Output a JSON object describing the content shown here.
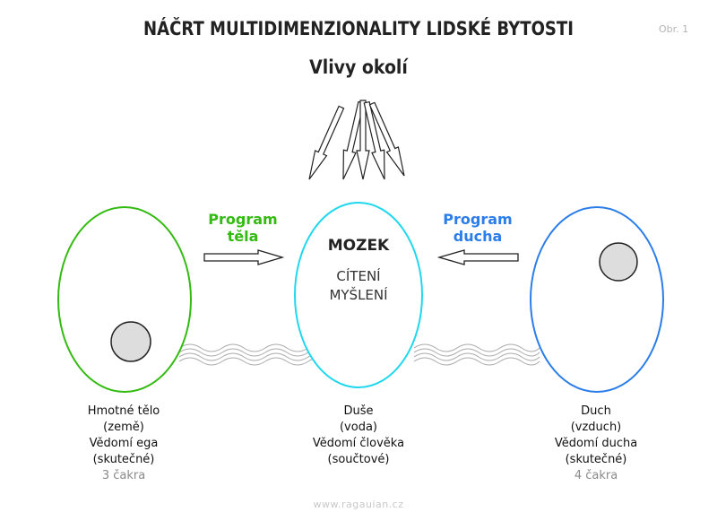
{
  "title": "NÁČRT MULTIDIMENZIONALITY LIDSKÉ BYTOSTI",
  "figure_label": "Obr. 1",
  "subtitle": "Vlivy okolí",
  "program_body": {
    "line1": "Program",
    "line2": "těla"
  },
  "program_spirit": {
    "line1": "Program",
    "line2": "ducha"
  },
  "brain": {
    "title": "MOZEK",
    "line1": "CÍTENÍ",
    "line2": "MYŠLENÍ"
  },
  "captions": {
    "left": {
      "l1": "Hmotné tělo",
      "l2": "(země)",
      "l3": "Vědomí ega",
      "l4": "(skutečné)",
      "l5": "3 čakra"
    },
    "mid": {
      "l1": "Duše",
      "l2": "(voda)",
      "l3": "Vědomí člověka",
      "l4": "(součtové)"
    },
    "right": {
      "l1": "Duch",
      "l2": "(vzduch)",
      "l3": "Vědomí ducha",
      "l4": "(skutečné)",
      "l5": "4 čakra"
    }
  },
  "footer": "www.ragauian.cz",
  "colors": {
    "body": "#33bb11",
    "soul": "#1fd8ee",
    "spirit": "#2b7de9",
    "core": "#dddddd"
  }
}
